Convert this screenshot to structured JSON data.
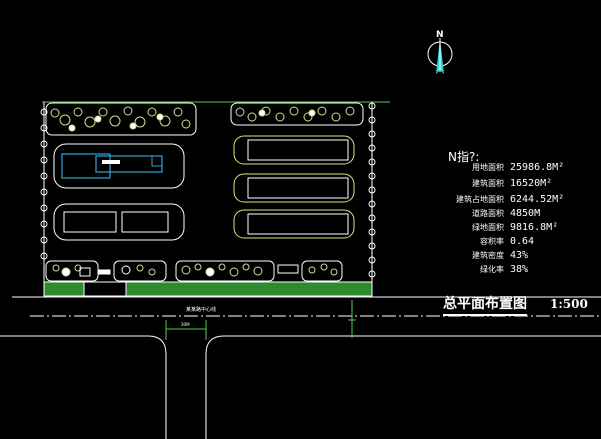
{
  "compass": {
    "letter": "N"
  },
  "stats": {
    "title": "N指?:",
    "rows": [
      {
        "label": "用地面积",
        "value": "25986.8M²"
      },
      {
        "label": "建筑面积",
        "value": "16520M²"
      },
      {
        "label": "建筑占地面积",
        "value": "6244.52M²"
      },
      {
        "label": "道路面积",
        "value": "4850M"
      },
      {
        "label": "绿地面积",
        "value": "9816.8M²"
      },
      {
        "label": "容积率",
        "value": "0.64"
      },
      {
        "label": "建筑密度",
        "value": "43%"
      },
      {
        "label": "绿化率",
        "value": "38%"
      }
    ]
  },
  "plan_title": "总平面布置图",
  "plan_scale": "1:500",
  "road_label": "某某路中心线",
  "dim_label": "30M",
  "colors": {
    "building_cyan": "#3aa0d8",
    "building_yellow": "#e6e27a",
    "green_belt": "#2d8a2d",
    "site_line": "#ffffff",
    "accent_green": "#4cd04c",
    "north_arrow": "#2fd4d4"
  }
}
